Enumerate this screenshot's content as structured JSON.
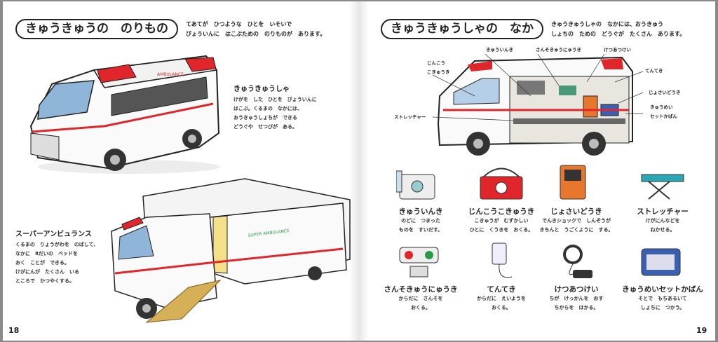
{
  "left_page": {
    "title": "きゅうきゅうの　のりもの",
    "intro": [
      "てあてが　ひつような　ひとを　いそいで",
      "びょういんに　はこぶための　のりものが　あります。"
    ],
    "ambulance": {
      "name": "きゅうきゅうしゃ",
      "body_label": "AMBULANCE",
      "lines": [
        "けがを　した　ひとを　びょういんに",
        "はこぶ。くるまの　なかには、",
        "おうきゅうしょちが　できる",
        "どうぐや　せつびが　ある。"
      ]
    },
    "super_ambulance": {
      "name": "スーパーアンビュランス",
      "body_label": "SUPER AMBULANCE",
      "lines": [
        "くるまの　りょうがわを　のばして、",
        "なかに　8だいの　ベッドを",
        "おく　ことが　できる。",
        "けがにんが　たくさん　いる",
        "ところで　かつやくする。"
      ]
    },
    "page_number": "18"
  },
  "right_page": {
    "title": "きゅうきゅうしゃの　なか",
    "intro": [
      "きゅうきゅうしゃの　なかには、おうきゅう",
      "しょちの　ための　どうぐが　たくさん　あります。"
    ],
    "callouts": {
      "jinko": [
        "じんこう",
        "こきゅうき"
      ],
      "kyuin": "きゅういんき",
      "sanso": "さんそきゅうにゅうき",
      "ketsuatsu": "けつあつけい",
      "tenteki": "てんてき",
      "josai": "じょさいどうき",
      "kyumei": [
        "きゅうめい",
        "セットかばん"
      ],
      "stretcher": "ストレッチャー"
    },
    "items": [
      {
        "name": "きゅういんき",
        "lines": [
          "のどに　つまった",
          "ものを　すいだす。"
        ]
      },
      {
        "name": "じんこうこきゅうき",
        "lines": [
          "こきゅうが　むずかしい",
          "ひとに　くうきを　おくる。"
        ]
      },
      {
        "name": "じょさいどうき",
        "lines": [
          "でんきショックで　しんぞうが",
          "きちんと　うごくように　する。"
        ]
      },
      {
        "name": "ストレッチャー",
        "lines": [
          "けがにんなどを",
          "ねかせる。"
        ]
      },
      {
        "name": "さんそきゅうにゅうき",
        "lines": [
          "からだに　さんそを",
          "おくる。"
        ]
      },
      {
        "name": "てんてき",
        "lines": [
          "からだに　えいようを",
          "おくる。"
        ]
      },
      {
        "name": "けつあつけい",
        "lines": [
          "ちが　けっかんを　おす",
          "ちからを　はかる。"
        ]
      },
      {
        "name": "きゅうめいセットかばん",
        "lines": [
          "そとで　もちあるいて",
          "しょちに　つかう。"
        ]
      }
    ],
    "page_number": "19"
  },
  "colors": {
    "red": "#e0262a",
    "blue": "#3a5fb0",
    "orange": "#e8772e",
    "teal": "#2aa6b5"
  }
}
